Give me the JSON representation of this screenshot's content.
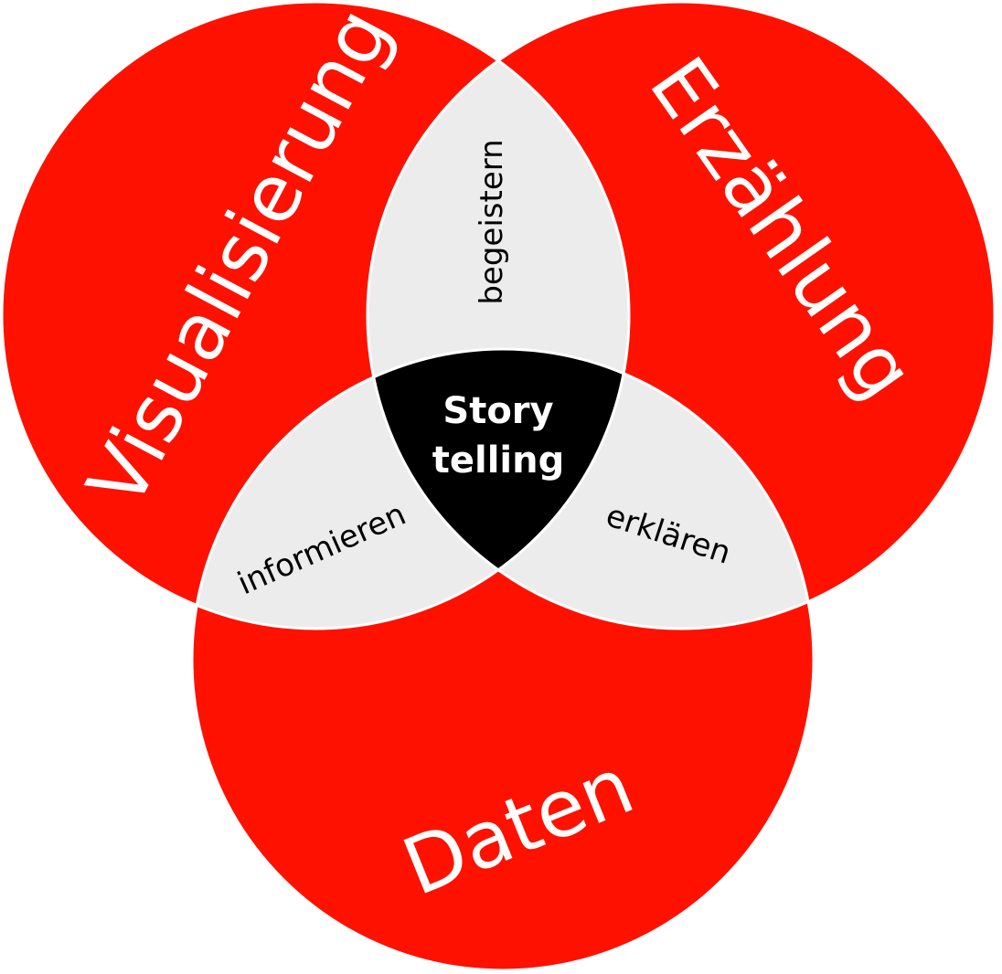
{
  "diagram": {
    "sets": {
      "visualisierung": "Visualisierung",
      "erzaehlung": "Erzählung",
      "daten": "Daten"
    },
    "intersections": {
      "visualisierung_erzaehlung": "begeistern",
      "visualisierung_daten": "informieren",
      "erzaehlung_daten": "erklären"
    },
    "center": {
      "line1": "Story",
      "line2": "telling"
    }
  },
  "colors": {
    "circle_fill": "#ff1100",
    "pair_fill": "#ececec",
    "center_fill": "#000000",
    "outline": "#ffffff",
    "circle_text": "#ffffff",
    "pair_text": "#000000",
    "center_text": "#ffffff"
  }
}
